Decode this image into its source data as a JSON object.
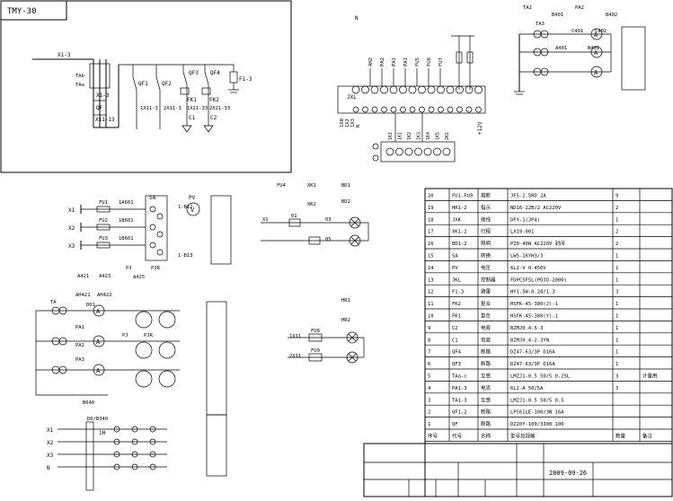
{
  "title_block": {
    "drawing_id": "TMY-30",
    "date": "2009-09-26"
  },
  "top_left": {
    "labels": {
      "x1_3": "X1-3",
      "ta_b": "TAb",
      "ta_a": "TAa",
      "x11_3": "X1-3",
      "qf": "QF",
      "x11_13": "X11-13",
      "qf1": "QF1",
      "qf2": "QF2",
      "qf3": "QF3",
      "qf4": "QF4",
      "f1_3": "F1-3",
      "fk1": "FK1",
      "fk2": "FK2",
      "c1": "C1",
      "c2": "C2",
      "k1": "1X11-3",
      "k2": "2X11-3",
      "k3": "1X21-33",
      "k4": "2X21-33"
    }
  },
  "top_mid": {
    "n": "N",
    "ah_labels": [
      "AH2",
      "PA2",
      "PA1",
      "PA1",
      "FU5",
      "FU6",
      "FU7"
    ],
    "jxl": "JXL",
    "terminal_count": 14,
    "left_labels": [
      "1X0",
      "1X2",
      "1X3",
      "N"
    ],
    "right_label": "+12V",
    "bottom_labels": [
      "1K1",
      "1K1",
      "1K2",
      "1K3",
      "1K4",
      "1K5",
      "2K1"
    ]
  },
  "top_right": {
    "labels": [
      "TA2",
      "B401",
      "PA2",
      "B402",
      "TA3",
      "C401",
      "C402",
      "A401",
      "N401"
    ],
    "meter": "A"
  },
  "mid_left": {
    "phases": [
      "X1",
      "X2",
      "X3"
    ],
    "fuses": [
      "FU1",
      "FU2",
      "FU3"
    ],
    "nodes": [
      "1A601",
      "1B601",
      "1B601"
    ],
    "sa": "SA",
    "pv": "PV",
    "pv_sym": "V",
    "refs": [
      "1-B12",
      "1-B13"
    ],
    "bottom": [
      "A421",
      "A423",
      "PJ",
      "PJR",
      "A425"
    ]
  },
  "mid_center": {
    "labels": [
      "FU4",
      "XK1",
      "BD1",
      "XK2",
      "BD2",
      "X1",
      "01",
      "03",
      "05",
      "HR1",
      "HR2",
      "1X11",
      "2X11",
      "FU8",
      "FU9"
    ],
    "lamp": "X"
  },
  "bottom_left": {
    "labels": [
      "AH421",
      "AH422",
      "D01",
      "TA",
      "PA1",
      "PA2",
      "PA3",
      "PJ",
      "PJR",
      "B640",
      "D0/B340"
    ],
    "phases": [
      "X1",
      "X2",
      "X3",
      "N"
    ],
    "meter": "A",
    "ring": "1H"
  },
  "bom": {
    "rows": [
      {
        "no": "20",
        "code": "FU1-FU9",
        "name": "熔断",
        "spec": "JF5-2.5RD  2A",
        "qty": "9",
        "note": ""
      },
      {
        "no": "19",
        "code": "HR1-2",
        "name": "指示",
        "spec": "ND16-22B/2 AC220V",
        "qty": "2",
        "note": ""
      },
      {
        "no": "18",
        "code": "JXK",
        "name": "接线",
        "spec": "DFY-1(JP4)",
        "qty": "1",
        "note": ""
      },
      {
        "no": "17",
        "code": "XK1-2",
        "name": "行程",
        "spec": "LX19-001",
        "qty": "2",
        "note": ""
      },
      {
        "no": "16",
        "code": "BD1-2",
        "name": "照明",
        "spec": "PZ0-40W AC220V 封闭",
        "qty": "2",
        "note": ""
      },
      {
        "no": "15",
        "code": "SA",
        "name": "转换",
        "spec": "LW5-16YH3/3",
        "qty": "1",
        "note": ""
      },
      {
        "no": "14",
        "code": "PV",
        "name": "电压",
        "spec": "6L2-V 0-450V",
        "qty": "1",
        "note": ""
      },
      {
        "no": "13",
        "code": "JKL",
        "name": "控制器",
        "spec": "FDPC5F5L(PDJD-2000)",
        "qty": "1",
        "note": ""
      },
      {
        "no": "12",
        "code": "F1-3",
        "name": "避雷",
        "spec": "HY1.5W-0.28/1.3",
        "qty": "3",
        "note": ""
      },
      {
        "no": "11",
        "code": "FK2",
        "name": "复合",
        "spec": "HSFK-45-380(J)-1",
        "qty": "1",
        "note": ""
      },
      {
        "no": "10",
        "code": "FK1",
        "name": "复合",
        "spec": "HSFK-45-380(Y)-1",
        "qty": "1",
        "note": ""
      },
      {
        "no": "9",
        "code": "C2",
        "name": "电容",
        "spec": "BZMJ0.4-5-3",
        "qty": "1",
        "note": ""
      },
      {
        "no": "8",
        "code": "C1",
        "name": "电容",
        "spec": "BZMJ0.4-2-3YN",
        "qty": "1",
        "note": ""
      },
      {
        "no": "7",
        "code": "QF4",
        "name": "断路",
        "spec": "DZ47-63/3P D16A",
        "qty": "1",
        "note": ""
      },
      {
        "no": "6",
        "code": "QF3",
        "name": "断路",
        "spec": "DZ47-63/3P D16A",
        "qty": "1",
        "note": ""
      },
      {
        "no": "5",
        "code": "TAa-c",
        "name": "互感",
        "spec": "LMZJ1-0.5 50/5 0.25L",
        "qty": "3",
        "note": "计量用"
      },
      {
        "no": "4",
        "code": "PA1-3",
        "name": "电流",
        "spec": "6L2-A 50/5A",
        "qty": "3",
        "note": ""
      },
      {
        "no": "3",
        "code": "TA1-3",
        "name": "互感",
        "spec": "LMZJ1-0.5 50/5 0.5",
        "qty": "",
        "note": ""
      },
      {
        "no": "2",
        "code": "QF1,2",
        "name": "断路",
        "spec": "LPC61LE-100/3N 16A",
        "qty": "",
        "note": ""
      },
      {
        "no": "1",
        "code": "QF",
        "name": "断路",
        "spec": "DZ20Y-100/3300 100",
        "qty": "",
        "note": ""
      }
    ],
    "header": {
      "no": "序号",
      "code": "代号",
      "name": "名称",
      "spec": "型号及规格",
      "qty": "数量",
      "note": "备注"
    }
  }
}
